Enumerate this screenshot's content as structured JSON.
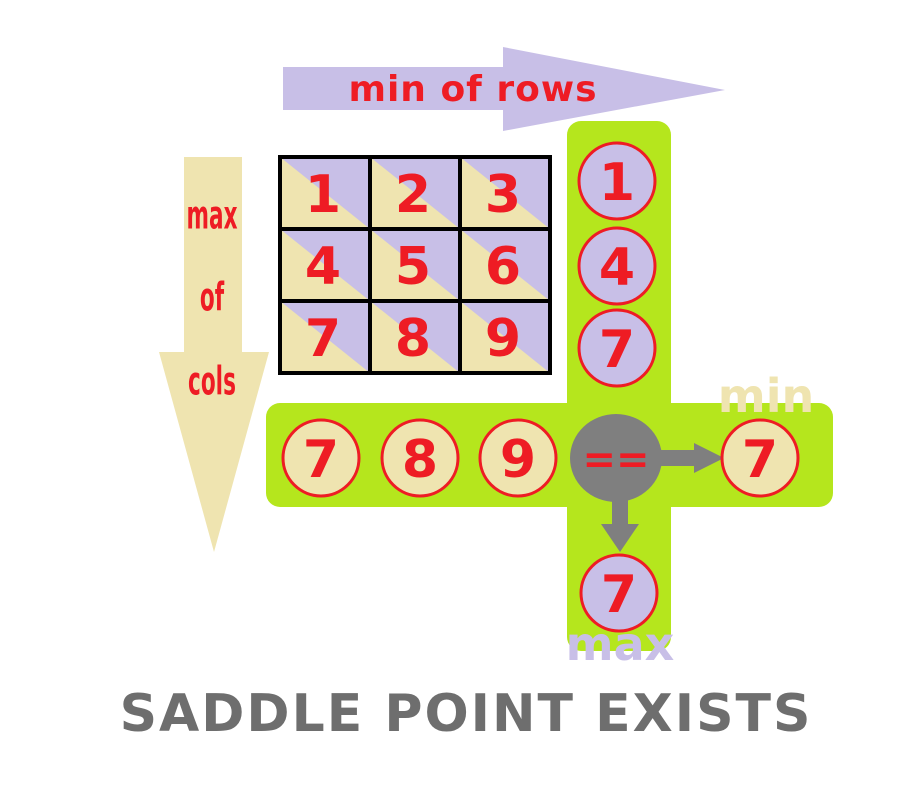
{
  "arrows": {
    "rows_label": "min of rows",
    "cols_label": [
      "max",
      "of",
      "cols"
    ]
  },
  "matrix": [
    [
      "1",
      "2",
      "3"
    ],
    [
      "4",
      "5",
      "6"
    ],
    [
      "7",
      "8",
      "9"
    ]
  ],
  "row_minimums": [
    "1",
    "4",
    "7"
  ],
  "col_maximums": [
    "7",
    "8",
    "9"
  ],
  "compare_symbol": "==",
  "result_min": {
    "label": "min",
    "value": "7"
  },
  "result_max": {
    "label": "max",
    "value": "7"
  },
  "conclusion": "SADDLE POINT EXISTS",
  "colors": {
    "red": "#ee1c24",
    "lavender": "#c8bfe7",
    "cream": "#efe4b0",
    "green": "#b5e61d",
    "gray": "#7f7f7f",
    "title_gray": "#6e6e6e"
  }
}
